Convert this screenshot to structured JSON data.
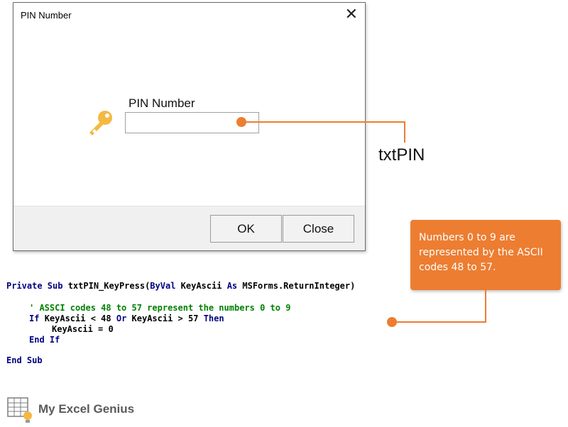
{
  "dialog": {
    "title": "PIN Number",
    "pin_label": "PIN Number",
    "pin_value": "",
    "ok_label": "OK",
    "cancel_label": "Close",
    "close_glyph": "✕"
  },
  "annotations": {
    "control_name": "txtPIN",
    "note_text": "Numbers 0 to 9 are represented by the ASCII codes 48 to 57.",
    "accent_color": "#ed7d31"
  },
  "code": {
    "line1": {
      "kw1": "Private Sub ",
      "id1": "txtPIN_KeyPress(",
      "kw2": "ByVal ",
      "id2": "KeyAscii ",
      "kw3": "As ",
      "id3": "MSForms.ReturnInteger)"
    },
    "line2": {
      "comment": "' ASSCI codes 48 to 57 represent the numbers 0 to 9"
    },
    "line3": {
      "kw1": "If ",
      "id1": "KeyAscii < 48 ",
      "kw2": "Or ",
      "id2": "KeyAscii > 57 ",
      "kw3": "Then"
    },
    "line4": {
      "id1": "KeyAscii = 0"
    },
    "line5": {
      "kw1": "End If"
    },
    "line6": {
      "kw1": "End Sub"
    }
  },
  "brand": {
    "name": "My Excel Genius"
  },
  "icons": {
    "key": "key-icon",
    "logo": "spreadsheet-lightbulb-icon"
  }
}
